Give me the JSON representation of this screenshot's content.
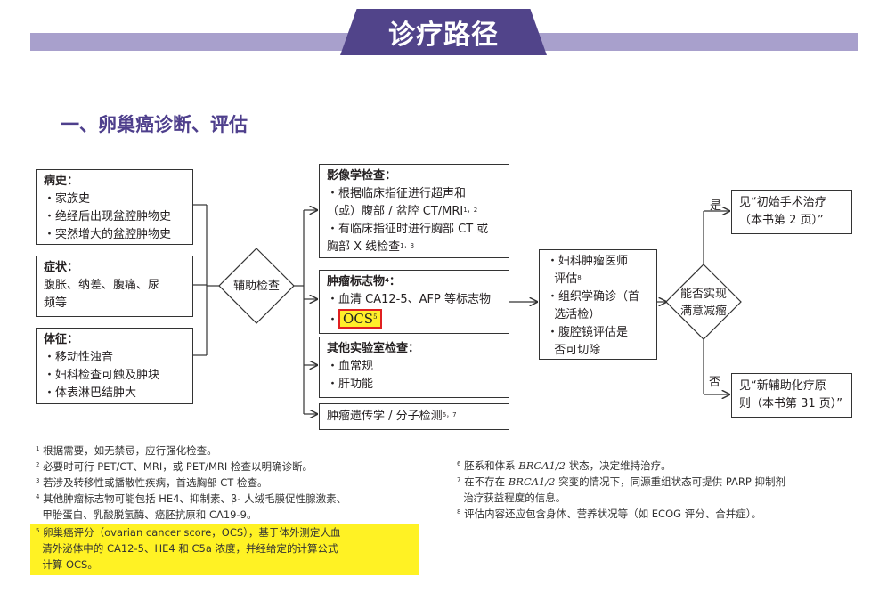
{
  "header": {
    "title": "诊疗路径",
    "section_title": "一、卵巢癌诊断、评估"
  },
  "boxes": {
    "history": {
      "heading": "病史：",
      "items": [
        "・家族史",
        "・绝经后出现盆腔肿物史",
        "・突然增大的盆腔肿物史"
      ]
    },
    "symptoms": {
      "heading": "症状：",
      "lines": [
        "腹胀、纳差、腹痛、尿",
        "频等"
      ]
    },
    "signs": {
      "heading": "体征：",
      "items": [
        "・移动性浊音",
        "・妇科检查可触及肿块",
        "・体表淋巴结肿大"
      ]
    },
    "aux": {
      "label": "辅助检查"
    },
    "imaging": {
      "heading": "影像学检查：",
      "lines": [
        "・根据临床指征进行超声和",
        "（或）腹部 / 盆腔 CT/MRI",
        "・有临床指征时进行胸部 CT 或",
        "胸部 X 线检查"
      ],
      "sup1": "1，2",
      "sup2": "1，3"
    },
    "markers": {
      "heading": "肿瘤标志物",
      "heading_sup": "4",
      "colon": "：",
      "line1": "・血清 CA12-5、AFP 等标志物",
      "bullet": "・",
      "ocs": "OCS",
      "ocs_sup": "5"
    },
    "lab": {
      "heading": "其他实验室检查：",
      "items": [
        "・血常规",
        "・肝功能"
      ]
    },
    "genetics": {
      "label": "肿瘤遗传学 / 分子检测",
      "sup": "6，7"
    },
    "assess": {
      "lines": [
        "・妇科肿瘤医师",
        "评估",
        "・组织学确诊（首",
        "选活检）",
        "・腹腔镜评估是",
        "否可切除"
      ],
      "sup": "8"
    },
    "decision": {
      "lines": [
        "能否实现",
        "满意减瘤"
      ]
    },
    "yes_label": "是",
    "no_label": "否",
    "surgery": {
      "lines": [
        "见“初始手术治疗",
        "（本书第 2 页）”"
      ]
    },
    "neoadj": {
      "lines": [
        "见“新辅助化疗原",
        "则（本书第 31 页）”"
      ]
    }
  },
  "footnotes": {
    "left": [
      {
        "num": "1",
        "text": "根据需要，如无禁忌，应行强化检查。"
      },
      {
        "num": "2",
        "text": "必要时可行 PET/CT、MRI，或 PET/MRI 检查以明确诊断。"
      },
      {
        "num": "3",
        "text": "若涉及转移性或播散性疾病，首选胸部 CT 检查。"
      },
      {
        "num": "4",
        "text": "其他肿瘤标志物可能包括 HE4、抑制素、β- 人绒毛膜促性腺激素、"
      },
      {
        "num": "",
        "text": "甲胎蛋白、乳酸脱氢酶、癌胚抗原和 CA19-9。"
      },
      {
        "num": "5",
        "text": "卵巢癌评分（ovarian cancer score，OCS），基于体外测定人血"
      },
      {
        "num": "",
        "text": "清外泌体中的 CA12-5、HE4 和 C5a 浓度，并经给定的计算公式"
      },
      {
        "num": "",
        "text": "计算 OCS。"
      }
    ],
    "right": {
      "n6": {
        "num": "6",
        "pre": "胚系和体系 ",
        "ital": "BRCA1/2",
        "post": " 状态，决定维持治疗。"
      },
      "n7": {
        "num": "7",
        "pre": "在不存在 ",
        "ital": "BRCA1/2",
        "post": " 突变的情况下，同源重组状态可提供 PARP 抑制剂",
        "line2": "治疗获益程度的信息。"
      },
      "n8": {
        "num": "8",
        "text": "评估内容还应包含身体、营养状况等（如 ECOG 评分、合并症）。"
      }
    }
  },
  "colors": {
    "band": "#a8a0cc",
    "tab": "#51448a",
    "section_title": "#4e3f8c",
    "highlight": "#fff224",
    "ocs_border": "#e02020"
  }
}
